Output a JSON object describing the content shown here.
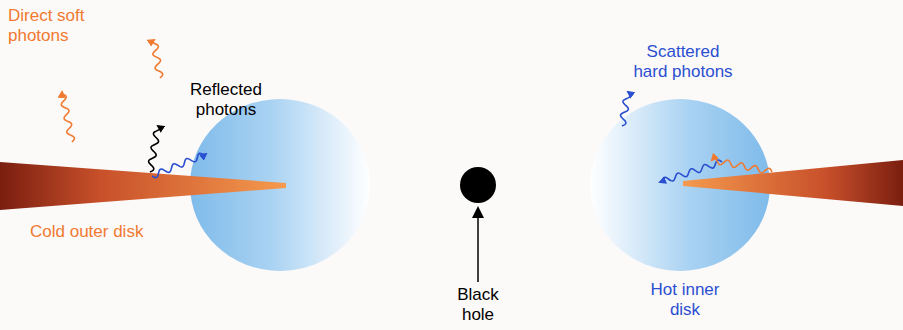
{
  "diagram": {
    "labels": [
      "Direct soft photons",
      "Reflected photons",
      "Scattered hard photons",
      "Cold outer disk",
      "Black hole",
      "Hot inner disk"
    ]
  }
}
